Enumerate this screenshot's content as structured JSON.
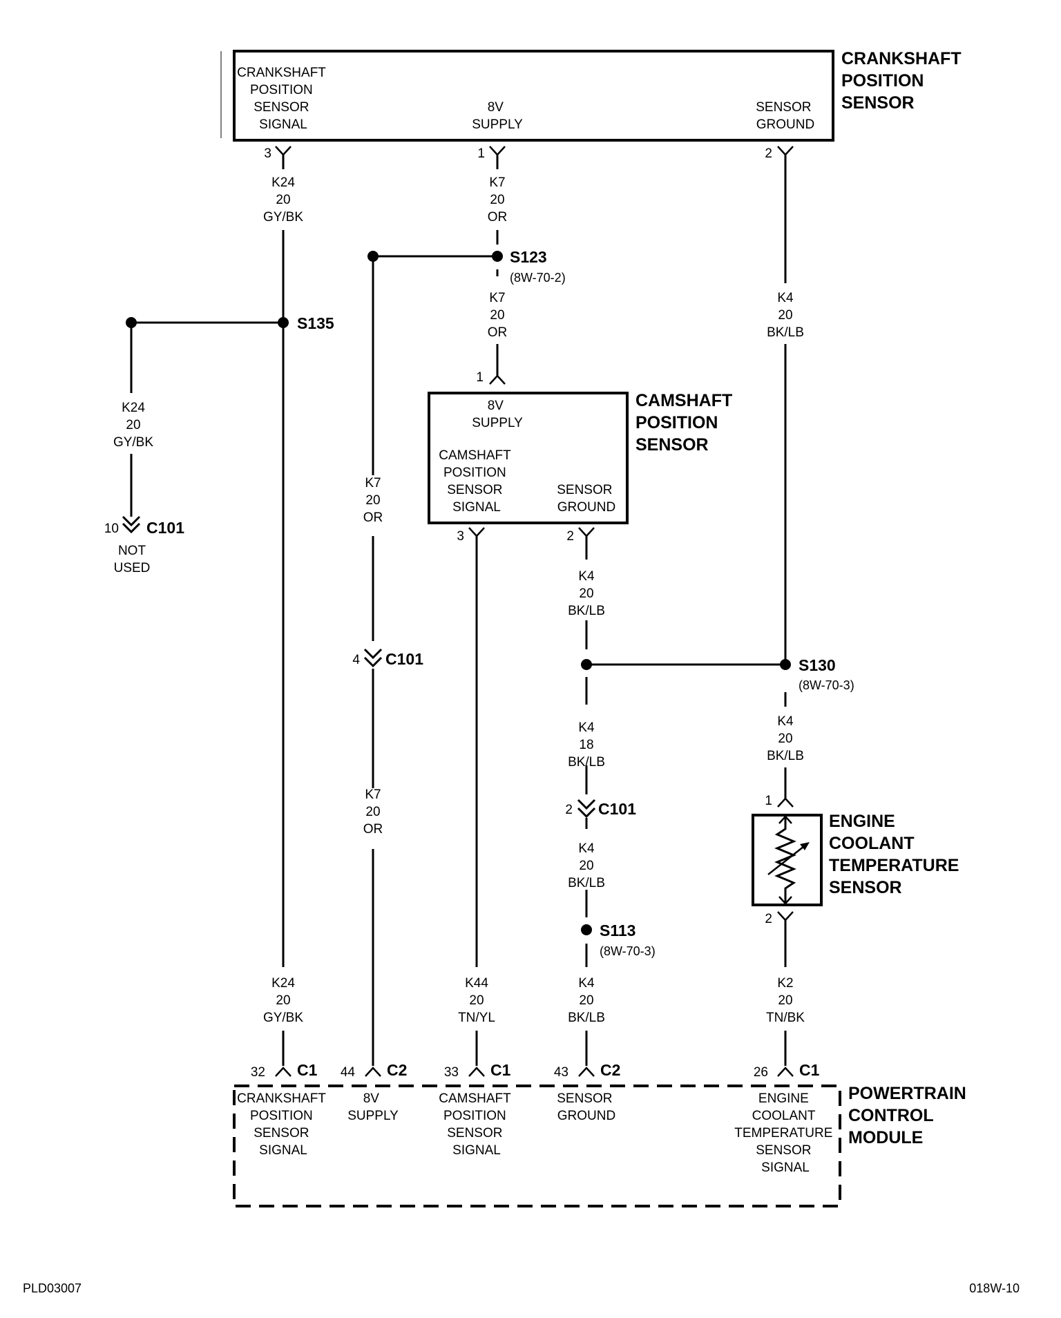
{
  "components": {
    "ckp": {
      "title": [
        "CRANKSHAFT",
        "POSITION",
        "SENSOR"
      ],
      "pins": [
        {
          "num": "3",
          "label": [
            "CRANKSHAFT",
            "POSITION",
            "SENSOR",
            "SIGNAL"
          ]
        },
        {
          "num": "1",
          "label": [
            "8V",
            "SUPPLY"
          ]
        },
        {
          "num": "2",
          "label": [
            "SENSOR",
            "GROUND"
          ]
        }
      ]
    },
    "cmp": {
      "title": [
        "CAMSHAFT",
        "POSITION",
        "SENSOR"
      ],
      "pins": [
        {
          "num": "1",
          "label": [
            "8V",
            "SUPPLY"
          ]
        },
        {
          "num": "3",
          "label": [
            "CAMSHAFT",
            "POSITION",
            "SENSOR",
            "SIGNAL"
          ]
        },
        {
          "num": "2",
          "label": [
            "SENSOR",
            "GROUND"
          ]
        }
      ]
    },
    "ect": {
      "title": [
        "ENGINE",
        "COOLANT",
        "TEMPERATURE",
        "SENSOR"
      ],
      "pin_top": "1",
      "pin_bottom": "2"
    },
    "pcm": {
      "title": [
        "POWERTRAIN",
        "CONTROL",
        "MODULE"
      ],
      "pins": [
        {
          "num": "32",
          "conn": "C1",
          "label": [
            "CRANKSHAFT",
            "POSITION",
            "SENSOR",
            "SIGNAL"
          ]
        },
        {
          "num": "44",
          "conn": "C2",
          "label": [
            "8V",
            "SUPPLY"
          ]
        },
        {
          "num": "33",
          "conn": "C1",
          "label": [
            "CAMSHAFT",
            "POSITION",
            "SENSOR",
            "SIGNAL"
          ]
        },
        {
          "num": "43",
          "conn": "C2",
          "label": [
            "SENSOR",
            "GROUND"
          ]
        },
        {
          "num": "26",
          "conn": "C1",
          "label": [
            "ENGINE",
            "COOLANT",
            "TEMPERATURE",
            "SENSOR",
            "SIGNAL"
          ]
        }
      ]
    }
  },
  "wires": {
    "k24_top": [
      "K24",
      "20",
      "GY/BK"
    ],
    "k7_top": [
      "K7",
      "20",
      "OR"
    ],
    "k4_top": [
      "K4",
      "20",
      "BK/LB"
    ],
    "k7_mid": [
      "K7",
      "20",
      "OR"
    ],
    "k24_branch": [
      "K24",
      "20",
      "GY/BK"
    ],
    "k7_left_upper": [
      "K7",
      "20",
      "OR"
    ],
    "k4_cmp": [
      "K4",
      "20",
      "BK/LB"
    ],
    "k7_left_lower": [
      "K7",
      "20",
      "OR"
    ],
    "k4_18": [
      "K4",
      "18",
      "BK/LB"
    ],
    "k4_s130_below": [
      "K4",
      "20",
      "BK/LB"
    ],
    "k4_c101_below": [
      "K4",
      "20",
      "BK/LB"
    ],
    "k24_bottom": [
      "K24",
      "20",
      "GY/BK"
    ],
    "k44_bottom": [
      "K44",
      "20",
      "TN/YL"
    ],
    "k4_bottom": [
      "K4",
      "20",
      "BK/LB"
    ],
    "k2_bottom": [
      "K2",
      "20",
      "TN/BK"
    ]
  },
  "splices": {
    "s123": {
      "name": "S123",
      "ref": "(8W-70-2)"
    },
    "s135": {
      "name": "S135"
    },
    "s130": {
      "name": "S130",
      "ref": "(8W-70-3)"
    },
    "s113": {
      "name": "S113",
      "ref": "(8W-70-3)"
    }
  },
  "connectors": {
    "c101_left": {
      "pin": "10",
      "name": "C101",
      "note": [
        "NOT",
        "USED"
      ]
    },
    "c101_mid": {
      "pin": "4",
      "name": "C101"
    },
    "c101_right": {
      "pin": "2",
      "name": "C101"
    }
  },
  "footer": {
    "left": "PLD03007",
    "right": "018W-10"
  }
}
